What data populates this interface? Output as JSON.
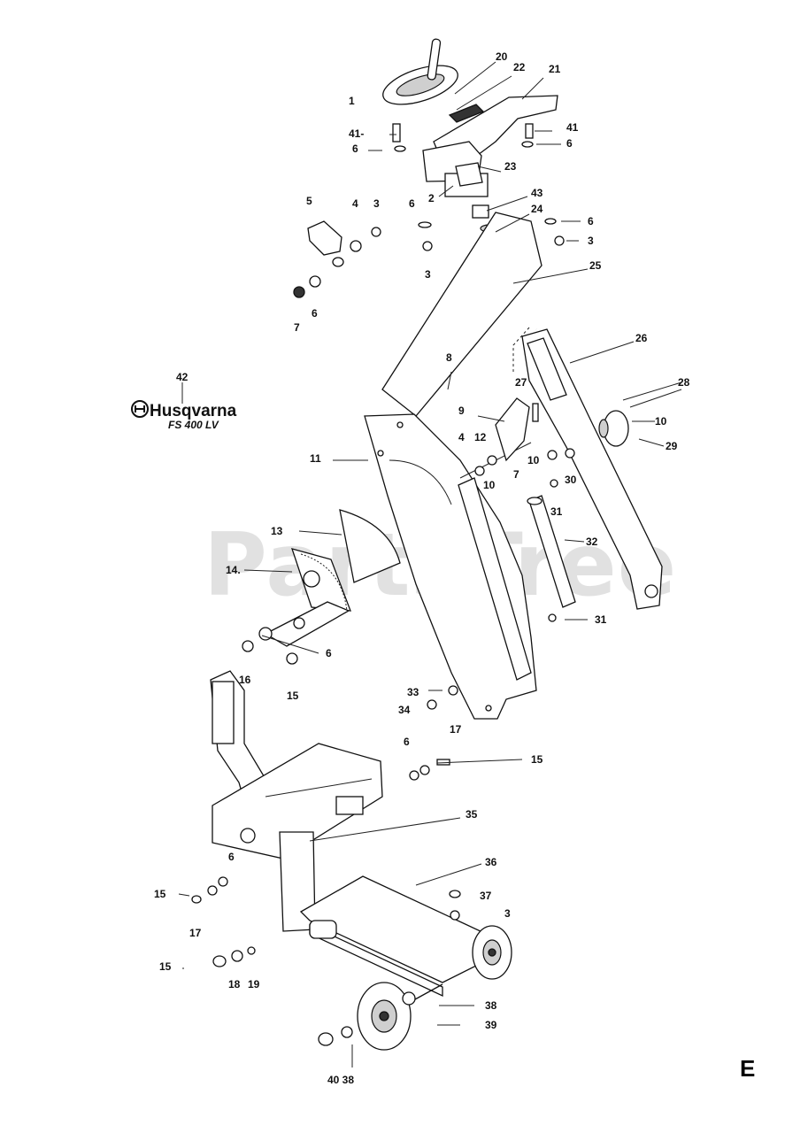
{
  "brand": {
    "logo_text": "Husqvarna",
    "model": "FS 400 LV"
  },
  "watermark": "PartsTree",
  "section_letter": "E",
  "footer": {
    "text": "40  38"
  },
  "callouts": [
    {
      "id": "c-20",
      "label": "20"
    },
    {
      "id": "c-22",
      "label": "22"
    },
    {
      "id": "c-21",
      "label": "21"
    },
    {
      "id": "c-1",
      "label": "1"
    },
    {
      "id": "c-41a",
      "label": "41-"
    },
    {
      "id": "c-41b",
      "label": "41"
    },
    {
      "id": "c-6a",
      "label": "6"
    },
    {
      "id": "c-6b",
      "label": "6"
    },
    {
      "id": "c-23",
      "label": "23"
    },
    {
      "id": "c-2",
      "label": "2"
    },
    {
      "id": "c-43",
      "label": "43"
    },
    {
      "id": "c-24",
      "label": "24"
    },
    {
      "id": "c-6c",
      "label": "6"
    },
    {
      "id": "c-3a",
      "label": "3"
    },
    {
      "id": "c-5",
      "label": "5"
    },
    {
      "id": "c-4a",
      "label": "4"
    },
    {
      "id": "c-3b",
      "label": "3"
    },
    {
      "id": "c-6d",
      "label": "6"
    },
    {
      "id": "c-3c",
      "label": "3"
    },
    {
      "id": "c-25",
      "label": "25"
    },
    {
      "id": "c-7a",
      "label": "7"
    },
    {
      "id": "c-6e",
      "label": "6"
    },
    {
      "id": "c-26",
      "label": "26"
    },
    {
      "id": "c-42",
      "label": "42"
    },
    {
      "id": "c-8",
      "label": "8"
    },
    {
      "id": "c-27",
      "label": "27"
    },
    {
      "id": "c-28",
      "label": "28"
    },
    {
      "id": "c-9",
      "label": "9"
    },
    {
      "id": "c-10a",
      "label": "10"
    },
    {
      "id": "c-29",
      "label": "29"
    },
    {
      "id": "c-4b",
      "label": "4"
    },
    {
      "id": "c-12",
      "label": "12"
    },
    {
      "id": "c-11",
      "label": "11"
    },
    {
      "id": "c-10b",
      "label": "10"
    },
    {
      "id": "c-7b",
      "label": "7"
    },
    {
      "id": "c-30",
      "label": "30"
    },
    {
      "id": "c-10c",
      "label": "10"
    },
    {
      "id": "c-31a",
      "label": "31"
    },
    {
      "id": "c-13",
      "label": "13"
    },
    {
      "id": "c-32",
      "label": "32"
    },
    {
      "id": "c-14",
      "label": "14."
    },
    {
      "id": "c-31b",
      "label": "31"
    },
    {
      "id": "c-6f",
      "label": "6"
    },
    {
      "id": "c-16",
      "label": "16"
    },
    {
      "id": "c-15a",
      "label": "15"
    },
    {
      "id": "c-33",
      "label": "33"
    },
    {
      "id": "c-34",
      "label": "34"
    },
    {
      "id": "c-17a",
      "label": "17"
    },
    {
      "id": "c-6g",
      "label": "6"
    },
    {
      "id": "c-15b",
      "label": "15"
    },
    {
      "id": "c-35",
      "label": "35"
    },
    {
      "id": "c-36",
      "label": "36"
    },
    {
      "id": "c-6h",
      "label": "6"
    },
    {
      "id": "c-37",
      "label": "37"
    },
    {
      "id": "c-15c",
      "label": "15"
    },
    {
      "id": "c-3d",
      "label": "3"
    },
    {
      "id": "c-17b",
      "label": "17"
    },
    {
      "id": "c-15d",
      "label": "15"
    },
    {
      "id": "c-18",
      "label": "18"
    },
    {
      "id": "c-19",
      "label": "19"
    },
    {
      "id": "c-38",
      "label": "38"
    },
    {
      "id": "c-39",
      "label": "39"
    }
  ]
}
